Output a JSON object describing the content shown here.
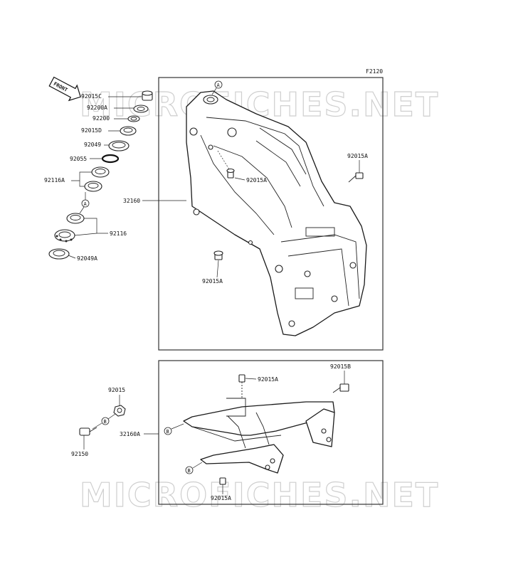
{
  "figure_code": "F2120",
  "front_arrow": "FRONT",
  "watermark": "MICROFICHES.NET",
  "steering_parts": {
    "p92015C": "92015C",
    "p92200A": "92200A",
    "p92200": "92200",
    "p92015D": "92015D",
    "p92049": "92049",
    "p92055": "92055",
    "p92116A": "92116A",
    "p92116": "92116",
    "p92049A": "92049A"
  },
  "main_frame": {
    "frame": "32160",
    "bolt_upper": "92015A",
    "bolt_right": "92015A",
    "bolt_lower": "92015A"
  },
  "sub_frame": {
    "subframe": "32160A",
    "bolt_top": "92015A",
    "bolt_b": "92015B",
    "bolt_bottom": "92015A",
    "nut": "92015",
    "bolt": "92150"
  },
  "callouts": {
    "a": "A",
    "b": "B"
  }
}
